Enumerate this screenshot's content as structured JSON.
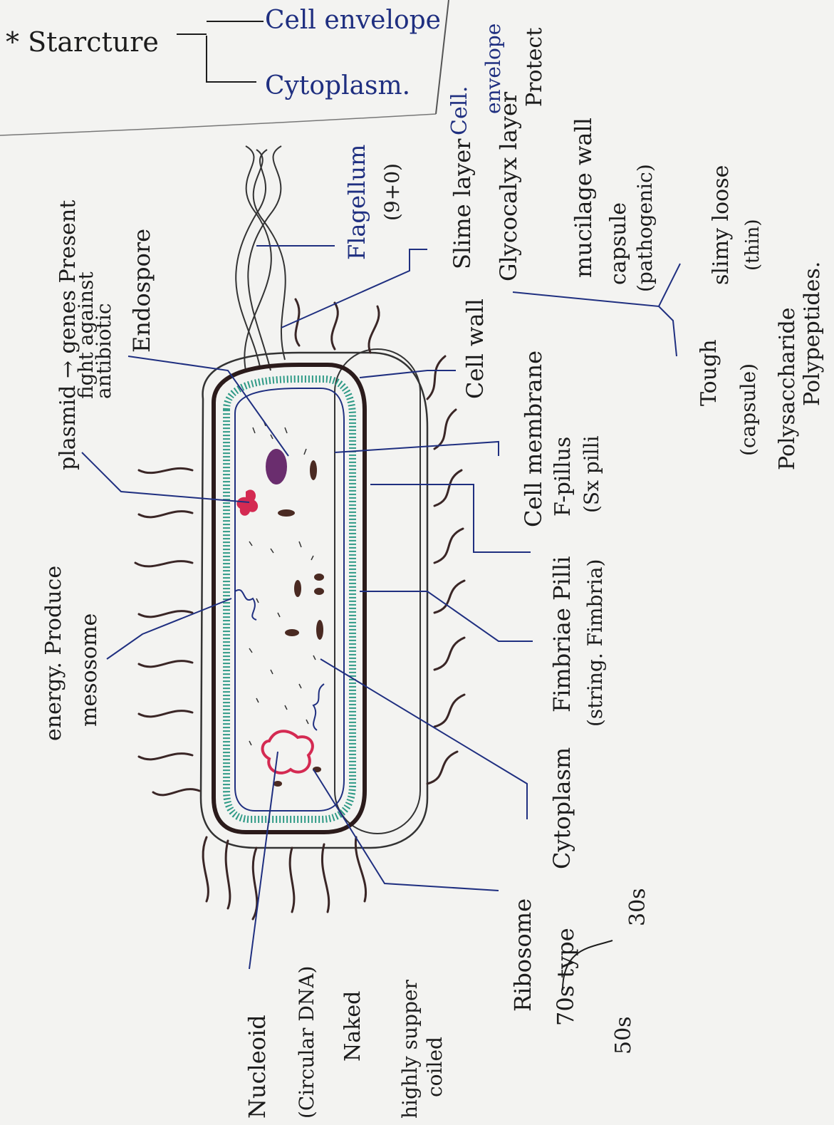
{
  "header": {
    "structure_label": "* Starcture",
    "branch_1": "Cell envelope",
    "branch_2": "Cytoplasm.",
    "corner_1": "Cell.",
    "corner_2": "envelope",
    "corner_3": "Protect"
  },
  "labels": {
    "slime_layer": "Slime layer",
    "glycocalyx": "Glycocalyx layer",
    "mucilage_wall": "mucilage wall",
    "capsule": "capsule",
    "pathogenic": "(pathogenic)",
    "slimy_loose": "slimy loose",
    "thin": "(thin)",
    "tough": "Tough",
    "capsule_2": "(capsule)",
    "polysaccharide": "Polysaccharide",
    "polypeptides": "Polypeptides.",
    "flagellum": "Flagellum",
    "flagellum_note": "(9+0)",
    "cell_wall": "Cell wall",
    "cell_membrane": "Cell membrane",
    "fimbriae_pilli": "Fimbriae Pilli",
    "f_pillus": "F-pillus",
    "sx_pilli": "(Sx pilli",
    "string_fimbria": "(string. Fimbria)",
    "cytoplasm": "Cytoplasm",
    "ribosome": "Ribosome",
    "ribosome_type": "70s type",
    "ribo_50s": "50s",
    "ribo_30s": "30s",
    "nucleoid": "Nucleoid",
    "circular_dna": "(Circular DNA)",
    "naked": "Naked",
    "highly_supper": "highly supper",
    "coiled": "coiled",
    "plasmid": "plasmid → genes Present",
    "plasmid_2": "fight against",
    "plasmid_3": "antibiotic",
    "endospore": "Endospore",
    "mesosome": "mesosome",
    "energy": "energy. Produce"
  },
  "colors": {
    "ink": "#1c1c1c",
    "blue_ink": "#1f2f80",
    "membrane": "#2f9a86",
    "plasmid": "#d42a52",
    "nucleoid": "#6a2d6e",
    "granule": "#4a2a22"
  }
}
